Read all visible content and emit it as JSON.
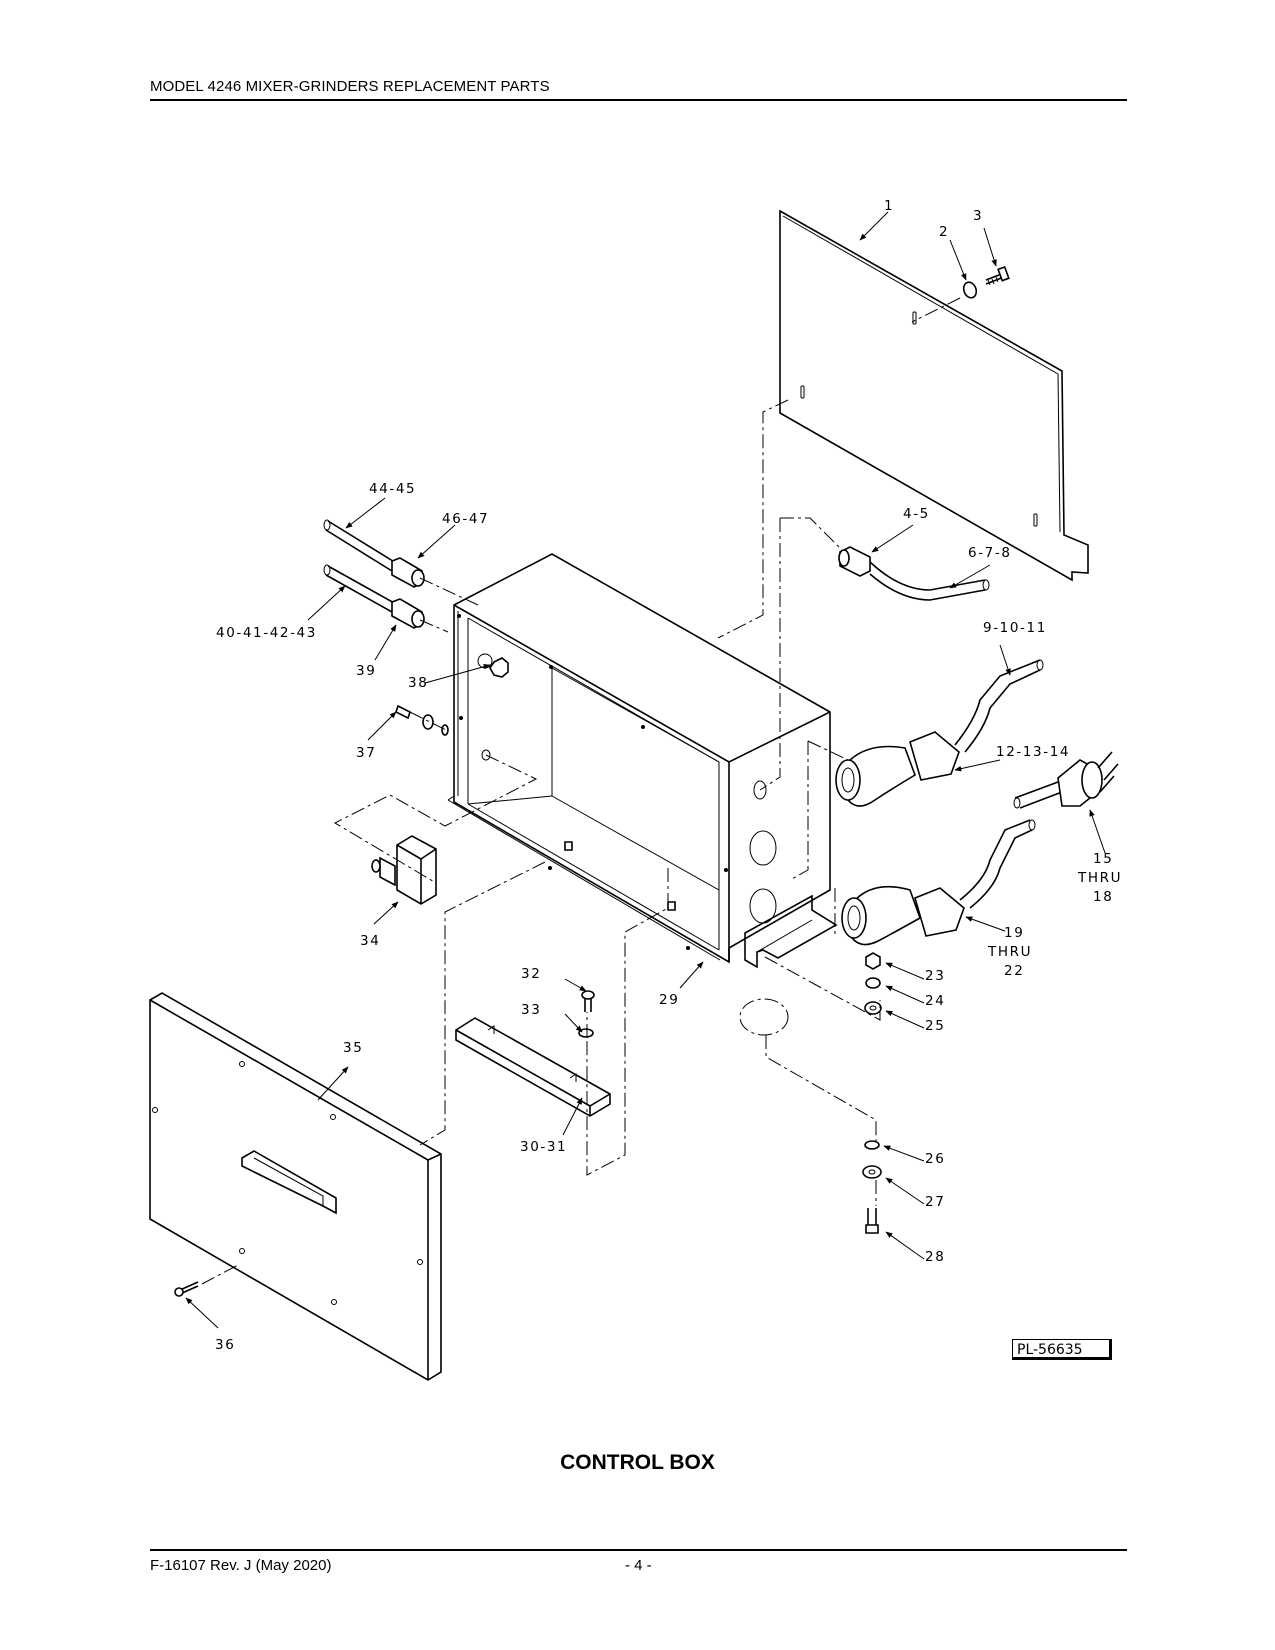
{
  "header": {
    "title": "MODEL 4246 MIXER-GRINDERS REPLACEMENT PARTS"
  },
  "diagram": {
    "reference_code": "PL-56635",
    "callouts": {
      "c1": "1",
      "c2": "2",
      "c3": "3",
      "c4_5": "4-5",
      "c6_7_8": "6-7-8",
      "c9_10_11": "9-10-11",
      "c12_13_14": "12-13-14",
      "c15": "15",
      "c15_thru": "THRU",
      "c15_18": "18",
      "c19": "19",
      "c19_thru": "THRU",
      "c19_22": "22",
      "c23": "23",
      "c24": "24",
      "c25": "25",
      "c26": "26",
      "c27": "27",
      "c28": "28",
      "c29": "29",
      "c30_31": "30-31",
      "c32": "32",
      "c33": "33",
      "c34": "34",
      "c35": "35",
      "c36": "36",
      "c37": "37",
      "c38": "38",
      "c39": "39",
      "c40_43": "40-41-42-43",
      "c44_45": "44-45",
      "c46_47": "46-47"
    }
  },
  "caption": "CONTROL BOX",
  "footer": {
    "document": "F-16107 Rev. J (May 2020)",
    "page": "- 4 -"
  }
}
